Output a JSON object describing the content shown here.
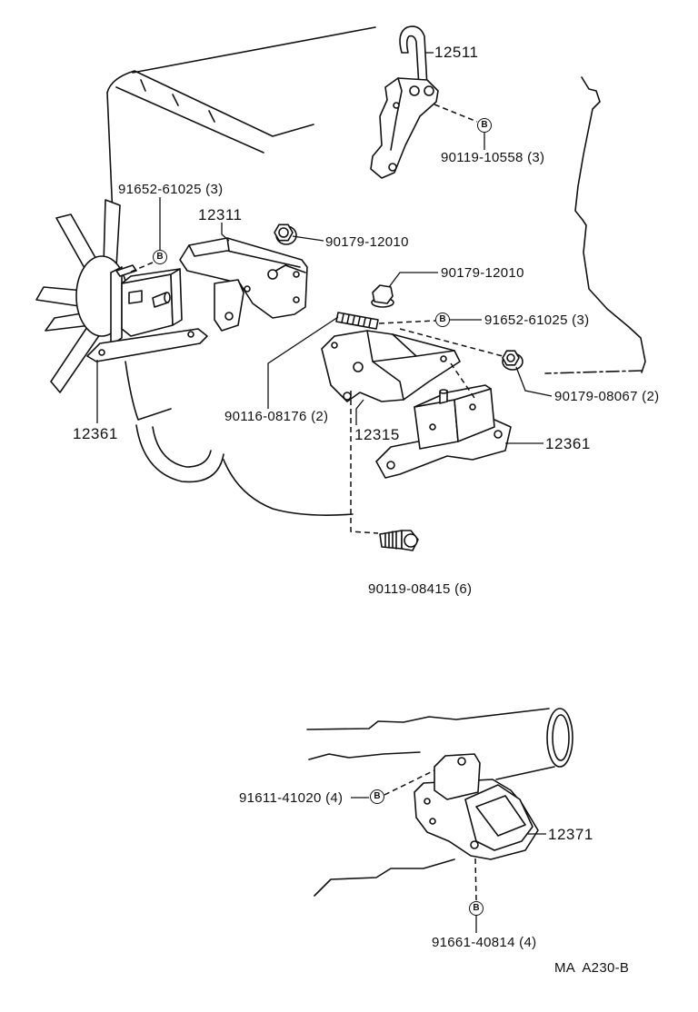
{
  "front_mounting": {
    "callouts": [
      "12511",
      "90119-10558 (3)",
      "91652-61025 (3)",
      "12311",
      "90179-12010",
      "90179-12010",
      "91652-61025 (3)",
      "90179-08067 (2)",
      "90116-08176 (2)",
      "12315",
      "12361",
      "12361",
      "90119-08415 (6)"
    ]
  },
  "rear_mounting": {
    "callouts": [
      "91611-41020 (4)",
      "12371",
      "91661-40814 (4)"
    ]
  },
  "marker_letter": "B",
  "drawing_code": "MA  A230-B"
}
